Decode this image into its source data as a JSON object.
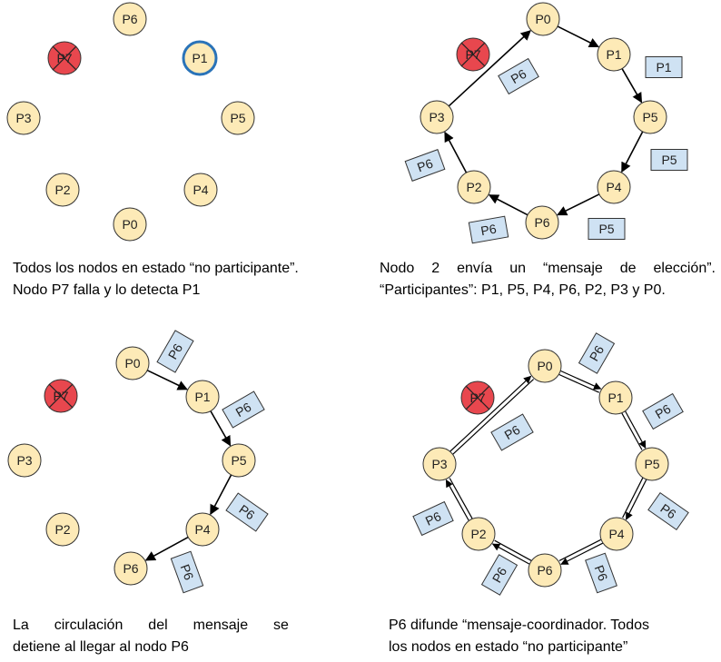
{
  "panels": [
    {
      "id": "p1",
      "caption": [
        "Todos los nodos en estado “no participante”.",
        "Nodo P7 falla y lo detecta P1"
      ],
      "nodes": [
        {
          "label": "P6",
          "state": "normal"
        },
        {
          "label": "P7",
          "state": "failed"
        },
        {
          "label": "P1",
          "state": "detector"
        },
        {
          "label": "P3",
          "state": "normal"
        },
        {
          "label": "P5",
          "state": "normal"
        },
        {
          "label": "P2",
          "state": "normal"
        },
        {
          "label": "P4",
          "state": "normal"
        },
        {
          "label": "P0",
          "state": "normal"
        }
      ],
      "messages": []
    },
    {
      "id": "p2",
      "caption": [
        "Nodo 2 envía un “mensaje de elección”.",
        "“Participantes”: P1, P5, P4, P6, P2, P3 y P0."
      ],
      "nodes": [
        {
          "label": "P0",
          "state": "normal"
        },
        {
          "label": "P7",
          "state": "failed"
        },
        {
          "label": "P1",
          "state": "normal"
        },
        {
          "label": "P3",
          "state": "normal"
        },
        {
          "label": "P5",
          "state": "normal"
        },
        {
          "label": "P2",
          "state": "normal"
        },
        {
          "label": "P4",
          "state": "normal"
        },
        {
          "label": "P6",
          "state": "normal"
        }
      ],
      "messages": [
        "P1",
        "P6",
        "P5",
        "P6",
        "P5",
        "P6"
      ]
    },
    {
      "id": "p3",
      "caption": [
        "La circulación del mensaje se",
        "detiene al llegar al nodo P6"
      ],
      "nodes": [
        {
          "label": "P0",
          "state": "normal"
        },
        {
          "label": "P7",
          "state": "failed"
        },
        {
          "label": "P1",
          "state": "normal"
        },
        {
          "label": "P3",
          "state": "normal"
        },
        {
          "label": "P5",
          "state": "normal"
        },
        {
          "label": "P2",
          "state": "normal"
        },
        {
          "label": "P4",
          "state": "normal"
        },
        {
          "label": "P6",
          "state": "normal"
        }
      ],
      "messages": [
        "P6",
        "P6",
        "P6",
        "P6"
      ]
    },
    {
      "id": "p4",
      "caption": [
        "P6 difunde “mensaje-coordinador. Todos",
        "los nodos en estado “no participante”"
      ],
      "nodes": [
        {
          "label": "P0",
          "state": "normal"
        },
        {
          "label": "P7",
          "state": "failed"
        },
        {
          "label": "P1",
          "state": "normal"
        },
        {
          "label": "P3",
          "state": "normal"
        },
        {
          "label": "P5",
          "state": "normal"
        },
        {
          "label": "P2",
          "state": "normal"
        },
        {
          "label": "P4",
          "state": "normal"
        },
        {
          "label": "P6",
          "state": "normal"
        }
      ],
      "messages": [
        "P6",
        "P6",
        "P6",
        "P6",
        "P6",
        "P6",
        "P6"
      ]
    }
  ]
}
